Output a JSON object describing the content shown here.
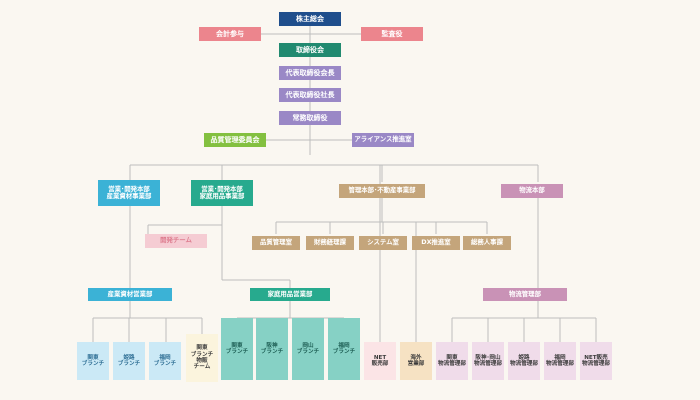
{
  "org": {
    "shareholders": "株主総会",
    "accounting_advisor": "会計参与",
    "auditor": "監査役",
    "board": "取締役会",
    "chairman": "代表取締役会長",
    "president": "代表取締役社長",
    "managing_director": "常務取締役",
    "quality_committee": "品質管理委員会",
    "alliance_office": "アライアンス推進室",
    "sales_dev_industrial": "営業･開発本部\n産業資材事業部",
    "sales_dev_household": "営業･開発本部\n家庭用品事業部",
    "admin_realestate": "管理本部･不動産事業部",
    "logistics_hq": "物流本部",
    "dev_team": "開発チーム",
    "quality_office": "品質管理室",
    "finance": "財務経理課",
    "system_office": "システム室",
    "dx_office": "DX推進室",
    "general_affairs": "総務人事課",
    "industrial_sales": "産業資材営業部",
    "household_sales": "家庭用品営業部",
    "logistics_mgmt": "物流管理部",
    "ind_kanto": "関東\nブランチ",
    "ind_himeji": "姫路\nブランチ",
    "ind_fukuoka": "福岡\nブランチ",
    "kanto_branch_logistics_team": "関東\nブランチ\n物販\nチーム",
    "hh_kanto": "関東\nブランチ",
    "hh_hanshin": "阪神\nブランチ",
    "hh_okayama": "岡山\nブランチ",
    "hh_fukuoka": "福岡\nブランチ",
    "net_sales": "NET\n販売部",
    "overseas": "海外\n営業部",
    "log_kanto": "関東\n物流管理部",
    "log_hanshin_okayama": "阪神･岡山\n物流管理部",
    "log_himeji": "姫路\n物流管理部",
    "log_fukuoka": "福岡\n物流管理部",
    "log_net": "NET販売\n物流管理部"
  },
  "colors": {
    "line": "#bdbdbd",
    "navy": "#1f4e8c",
    "pink": "#ec858d",
    "teal": "#218a70",
    "lavender": "#9a88c6",
    "green": "#83c040",
    "cyan": "#3bb2d6",
    "tan": "#c4a57b",
    "mauve": "#c992b6"
  }
}
